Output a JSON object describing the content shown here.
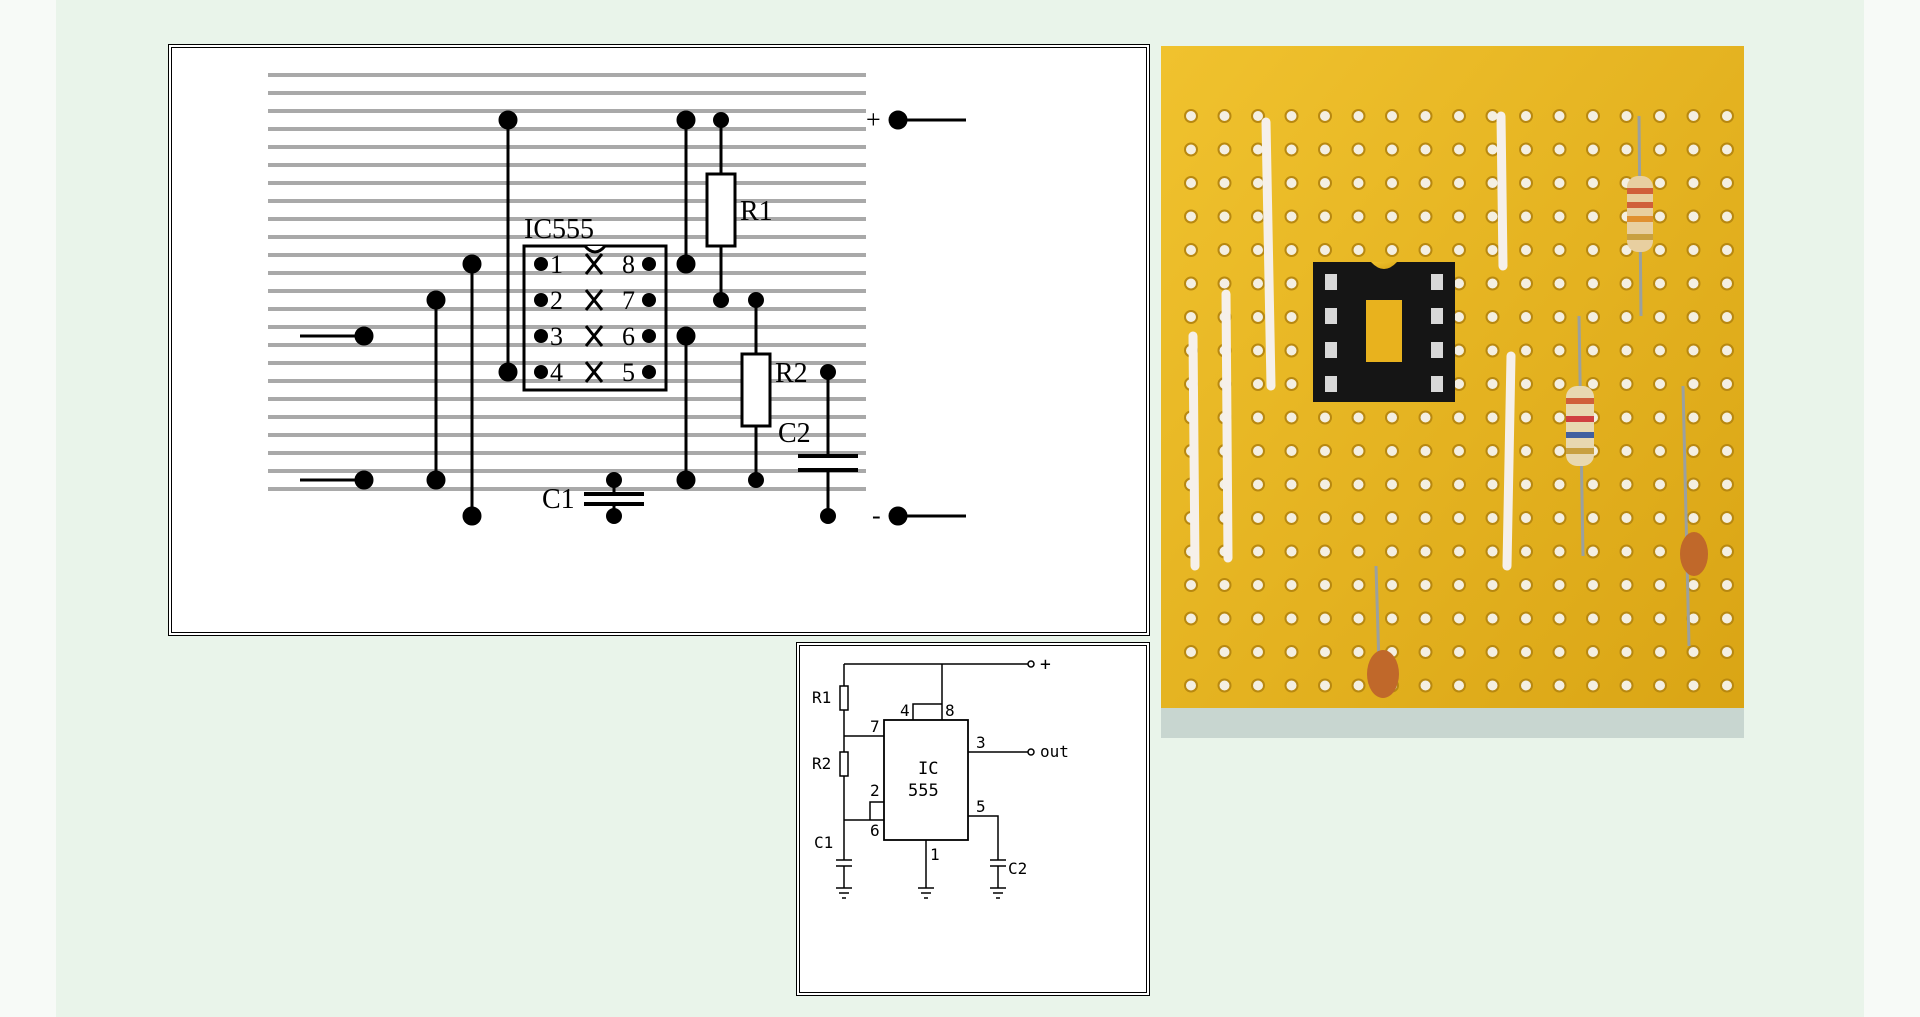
{
  "stripboard_layout": {
    "ic_label": "IC555",
    "pins_left": [
      "1",
      "2",
      "3",
      "4"
    ],
    "pins_right": [
      "8",
      "7",
      "6",
      "5"
    ],
    "r1_label": "R1",
    "r2_label": "R2",
    "c1_label": "C1",
    "c2_label": "C2",
    "plus_label": "+",
    "minus_label": "-"
  },
  "schematic": {
    "ic_label_line1": "IC",
    "ic_label_line2": "555",
    "pin_labels": {
      "p1": "1",
      "p2": "2",
      "p3": "3",
      "p4": "4",
      "p5": "5",
      "p6": "6",
      "p7": "7",
      "p8": "8"
    },
    "r1_label": "R1",
    "r2_label": "R2",
    "c1_label": "C1",
    "c2_label": "C2",
    "plus_label": "+",
    "out_label": "out"
  },
  "photo": {
    "description_icon": "stripboard-photo"
  },
  "colors": {
    "slide_background": "#e9f4ea",
    "board_yellow": "#e8b21e",
    "socket_black": "#151515"
  }
}
